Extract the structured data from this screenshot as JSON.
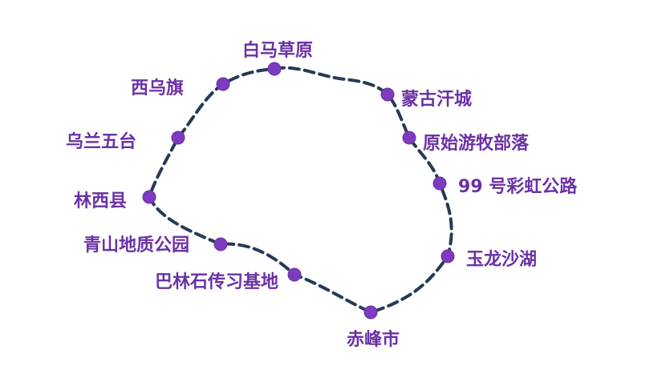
{
  "map": {
    "route_color": "#253a57",
    "stop_color": "#7d3bbf",
    "label_color": "#6a31a5",
    "stops": [
      {
        "id": "baima",
        "label": "白马草原"
      },
      {
        "id": "menggu",
        "label": "蒙古汗城"
      },
      {
        "id": "yuanshi",
        "label": "原始游牧部落"
      },
      {
        "id": "caihong",
        "label": "99 号彩虹公路"
      },
      {
        "id": "yulong",
        "label": "玉龙沙湖"
      },
      {
        "id": "chifeng",
        "label": "赤峰市"
      },
      {
        "id": "balin",
        "label": "巴林石传习基地"
      },
      {
        "id": "qingshan",
        "label": "青山地质公园"
      },
      {
        "id": "linxi",
        "label": "林西县"
      },
      {
        "id": "wulan",
        "label": "乌兰五台"
      },
      {
        "id": "xiwu",
        "label": "西乌旗"
      }
    ]
  }
}
